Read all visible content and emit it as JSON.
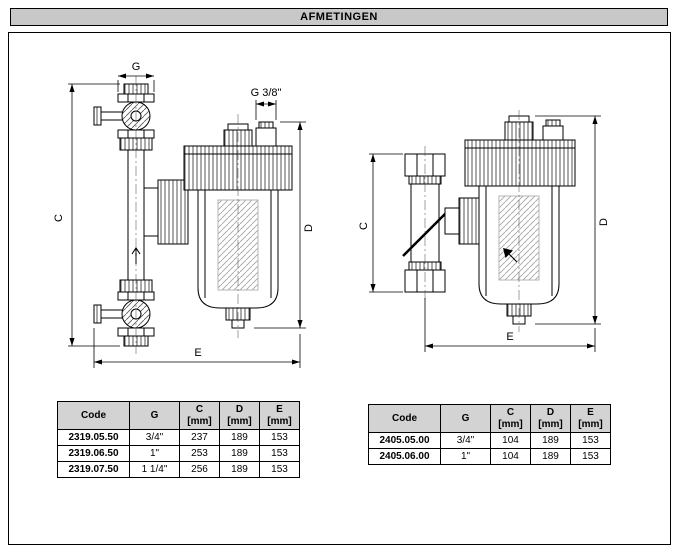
{
  "page": {
    "title": "AFMETINGEN"
  },
  "left_drawing": {
    "dim_g": "G",
    "dim_g38": "G 3/8\"",
    "dim_c": "C",
    "dim_d": "D",
    "dim_e": "E"
  },
  "right_drawing": {
    "dim_c": "C",
    "dim_d": "D",
    "dim_e": "E"
  },
  "left_table": {
    "headers": [
      {
        "label": "Code",
        "unit": ""
      },
      {
        "label": "G",
        "unit": ""
      },
      {
        "label": "C",
        "unit": "[mm]"
      },
      {
        "label": "D",
        "unit": "[mm]"
      },
      {
        "label": "E",
        "unit": "[mm]"
      }
    ],
    "rows": [
      {
        "code": "2319.05.50",
        "g": "3/4\"",
        "c": "237",
        "d": "189",
        "e": "153"
      },
      {
        "code": "2319.06.50",
        "g": "1\"",
        "c": "253",
        "d": "189",
        "e": "153"
      },
      {
        "code": "2319.07.50",
        "g": "1 1/4\"",
        "c": "256",
        "d": "189",
        "e": "153"
      }
    ]
  },
  "right_table": {
    "headers": [
      {
        "label": "Code",
        "unit": ""
      },
      {
        "label": "G",
        "unit": ""
      },
      {
        "label": "C",
        "unit": "[mm]"
      },
      {
        "label": "D",
        "unit": "[mm]"
      },
      {
        "label": "E",
        "unit": "[mm]"
      }
    ],
    "rows": [
      {
        "code": "2405.05.00",
        "g": "3/4\"",
        "c": "104",
        "d": "189",
        "e": "153"
      },
      {
        "code": "2405.06.00",
        "g": "1\"",
        "c": "104",
        "d": "189",
        "e": "153"
      }
    ]
  },
  "colors": {
    "title_bar_bg": "#c8c8c8",
    "table_header_bg": "#d3d3d3"
  }
}
